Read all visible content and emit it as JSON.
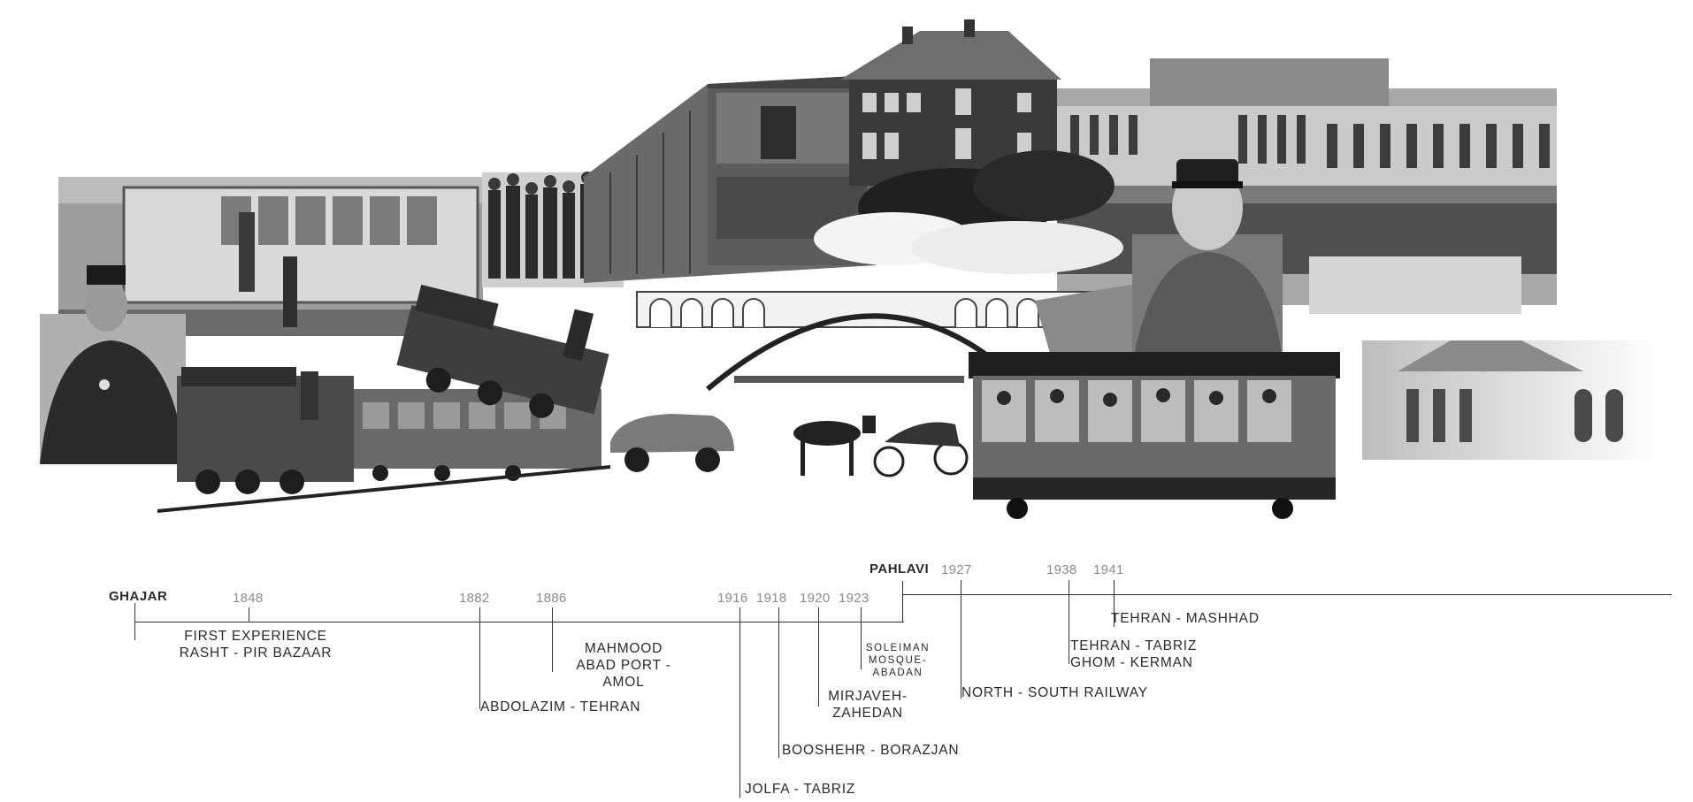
{
  "collage": {
    "photos": [
      {
        "subject": "qajar-shah-portrait"
      },
      {
        "subject": "early-steam-tram"
      },
      {
        "subject": "steam-locomotive-with-carriages"
      },
      {
        "subject": "tilted-locomotive"
      },
      {
        "subject": "crowd-of-men-at-station"
      },
      {
        "subject": "railway-carriage"
      },
      {
        "subject": "brick-station-building"
      },
      {
        "subject": "arched-railway-bridge"
      },
      {
        "subject": "vintage-car"
      },
      {
        "subject": "horse-drawn-carriage"
      },
      {
        "subject": "smoke-plume"
      },
      {
        "subject": "tehran-railway-station"
      },
      {
        "subject": "reza-shah-portrait"
      },
      {
        "subject": "open-tram-with-passengers"
      },
      {
        "subject": "arched-building"
      }
    ]
  },
  "timeline": {
    "eras": [
      {
        "label": "GHAJAR"
      },
      {
        "label": "PAHLAVI"
      }
    ],
    "events": [
      {
        "year": "1848",
        "lines": [
          "FIRST EXPERIENCE",
          "RASHT - PIR BAZAAR"
        ]
      },
      {
        "year": "1882",
        "lines": [
          "ABDOLAZIM - TEHRAN"
        ]
      },
      {
        "year": "1886",
        "lines": [
          "MAHMOOD",
          "ABAD PORT -",
          "AMOL"
        ]
      },
      {
        "year": "1916",
        "lines": [
          "JOLFA - TABRIZ"
        ]
      },
      {
        "year": "1918",
        "lines": [
          "BOOSHEHR - BORAZJAN"
        ]
      },
      {
        "year": "1920",
        "lines": [
          "MIRJAVEH-",
          "ZAHEDAN"
        ]
      },
      {
        "year": "1923",
        "lines": [
          "SOLEIMAN",
          "MOSQUE-",
          "ABADAN"
        ]
      },
      {
        "year": "1927",
        "lines": [
          "NORTH - SOUTH RAILWAY"
        ]
      },
      {
        "year": "1938",
        "lines": [
          "TEHRAN - TABRIZ",
          "GHOM - KERMAN"
        ]
      },
      {
        "year": "1941",
        "lines": [
          "TEHRAN - MASHHAD"
        ]
      }
    ]
  }
}
